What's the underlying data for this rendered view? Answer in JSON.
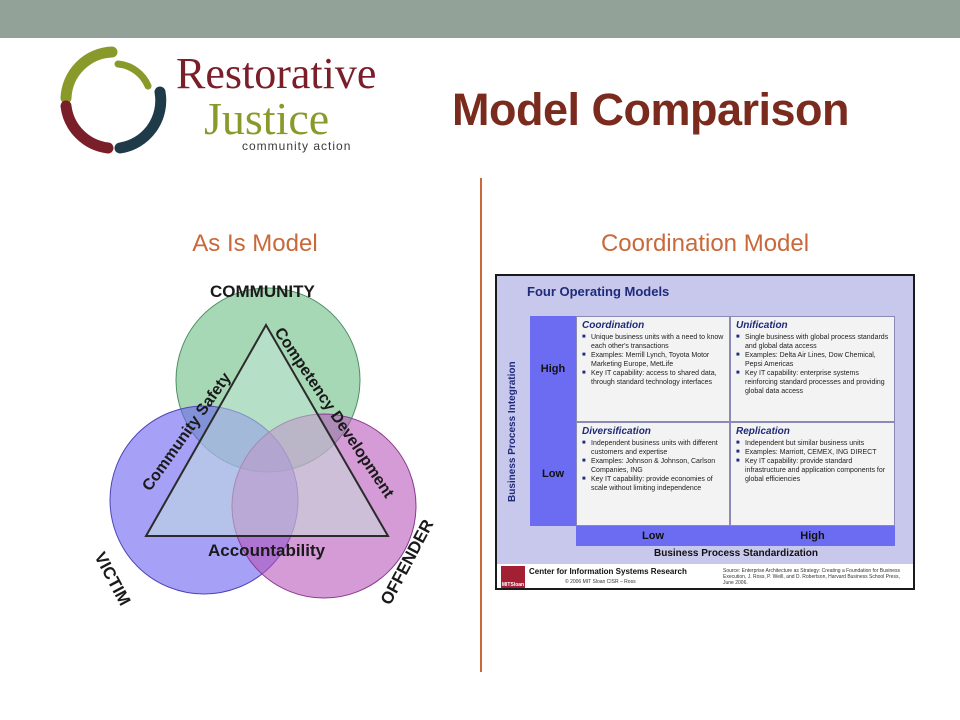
{
  "logo": {
    "line1": "Restorative",
    "line2": "Justice",
    "line3": "community action"
  },
  "slide": {
    "title": "Model Comparison"
  },
  "left": {
    "heading": "As Is Model",
    "venn": {
      "community": "COMMUNITY",
      "victim": "VICTIM",
      "offender": "OFFENDER",
      "side_left": "Community Safety",
      "side_right": "Competency Development",
      "side_bottom": "Accountability"
    }
  },
  "right": {
    "heading": "Coordination Model",
    "figure": {
      "title": "Four Operating Models",
      "y_axis": "Business Process Integration",
      "x_axis": "Business Process Standardization",
      "rows": [
        "High",
        "Low"
      ],
      "cols": [
        "Low",
        "High"
      ],
      "cells": [
        {
          "title": "Coordination",
          "bullets": [
            "Unique business units with a need to know each other's transactions",
            "Examples: Merrill Lynch, Toyota Motor Marketing Europe, MetLife",
            "Key IT capability: access to shared data, through standard technology interfaces"
          ]
        },
        {
          "title": "Unification",
          "bullets": [
            "Single business with global process standards and global data access",
            "Examples: Delta Air Lines, Dow Chemical, Pepsi Americas",
            "Key IT capability: enterprise systems reinforcing standard processes and providing global data access"
          ]
        },
        {
          "title": "Diversification",
          "bullets": [
            "Independent business units with different customers and expertise",
            "Examples: Johnson & Johnson, Carlson Companies, ING",
            "Key IT capability: provide economies of scale without limiting independence"
          ]
        },
        {
          "title": "Replication",
          "bullets": [
            "Independent but similar business units",
            "Examples: Marriott, CEMEX, ING DIRECT",
            "Key IT capability: provide standard infrastructure and application components for global efficiencies"
          ]
        }
      ],
      "footer": {
        "center": "Center for Information Systems Research",
        "copyright": "© 2006 MIT Sloan CISR – Ross",
        "mit_logo": "MITSloan",
        "source": "Source: Enterprise Architecture as Strategy: Creating a Foundation for Business Execution, J. Ross, P. Weill, and D. Robertson, Harvard Business School Press, June 2006."
      }
    }
  },
  "colors": {
    "topbar": "#93a299",
    "title": "#7a2b1e",
    "accent": "#c9683a",
    "community_circle": "#5fb87a",
    "victim_circle": "#6b62f0",
    "offender_circle": "#b552b8",
    "figure_header": "#6c6cf2"
  }
}
